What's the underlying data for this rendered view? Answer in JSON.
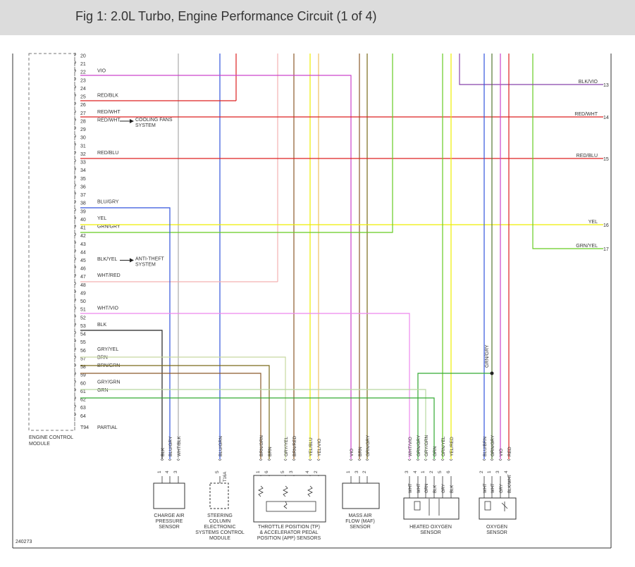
{
  "header": {
    "title": "Fig 1: 2.0L Turbo, Engine Performance Circuit (1 of 4)"
  },
  "figure_id": "240273",
  "colors": {
    "VIO": "#cc44cc",
    "RED": "#dd2222",
    "BLU": "#3355dd",
    "YEL": "#eeee00",
    "GRN": "#33aa33",
    "BRN": "#8b5a2b",
    "GRY": "#aaaaaa",
    "PINK": "#f4b0b0",
    "WVIO": "#ee88ee",
    "BLK": "#222222",
    "OLIVE": "#7a6a1a",
    "LIME": "#66cc22"
  },
  "ecm": {
    "label_line1": "ENGINE CONTROL",
    "label_line2": "MODULE",
    "partial_pin": "T94",
    "partial_label": "PARTIAL"
  },
  "ecm_pins": [
    {
      "pin": "20"
    },
    {
      "pin": "21"
    },
    {
      "pin": "22",
      "wire": "VIO"
    },
    {
      "pin": "23"
    },
    {
      "pin": "24"
    },
    {
      "pin": "25",
      "wire": "RED/BLK"
    },
    {
      "pin": "26"
    },
    {
      "pin": "27",
      "wire": "RED/WHT"
    },
    {
      "pin": "28",
      "wire": "RED/WHT"
    },
    {
      "pin": "29"
    },
    {
      "pin": "30"
    },
    {
      "pin": "31"
    },
    {
      "pin": "32",
      "wire": "RED/BLU"
    },
    {
      "pin": "33"
    },
    {
      "pin": "34"
    },
    {
      "pin": "35"
    },
    {
      "pin": "36"
    },
    {
      "pin": "37"
    },
    {
      "pin": "38",
      "wire": "BLU/GRY"
    },
    {
      "pin": "39"
    },
    {
      "pin": "40",
      "wire": "YEL"
    },
    {
      "pin": "41",
      "wire": "GRN/GRY"
    },
    {
      "pin": "42"
    },
    {
      "pin": "43"
    },
    {
      "pin": "44"
    },
    {
      "pin": "45",
      "wire": "BLK/YEL"
    },
    {
      "pin": "46"
    },
    {
      "pin": "47",
      "wire": "WHT/RED"
    },
    {
      "pin": "48"
    },
    {
      "pin": "49"
    },
    {
      "pin": "50"
    },
    {
      "pin": "51",
      "wire": "WHT/VIO"
    },
    {
      "pin": "52"
    },
    {
      "pin": "53",
      "wire": "BLK"
    },
    {
      "pin": "54"
    },
    {
      "pin": "55"
    },
    {
      "pin": "56",
      "wire": "GRY/YEL"
    },
    {
      "pin": "57",
      "wire": "BRN"
    },
    {
      "pin": "58",
      "wire": "BRN/GRN"
    },
    {
      "pin": "59"
    },
    {
      "pin": "60",
      "wire": "GRY/GRN"
    },
    {
      "pin": "61",
      "wire": "GRN"
    },
    {
      "pin": "62"
    },
    {
      "pin": "63"
    },
    {
      "pin": "64"
    }
  ],
  "system_refs": [
    {
      "line1": "COOLING FANS",
      "line2": "SYSTEM"
    },
    {
      "line1": "ANTI-THEFT",
      "line2": "SYSTEM"
    }
  ],
  "right_refs": [
    {
      "label": "BLK/VIO",
      "num": "13"
    },
    {
      "label": "RED/WHT",
      "num": "14"
    },
    {
      "label": "RED/BLU",
      "num": "15"
    },
    {
      "label": "YEL",
      "num": "16"
    },
    {
      "label": "GRN/YEL",
      "num": "17"
    }
  ],
  "splice_label": "GRN/GRY",
  "components": [
    {
      "name": "CHARGE AIR",
      "name2": "PRESSURE",
      "name3": "SENSOR",
      "name4": "",
      "pins": [
        {
          "pin": "1",
          "wire": "BLK"
        },
        {
          "pin": "4",
          "wire": "BLU/GRY"
        },
        {
          "pin": "3",
          "wire": "WHT/BLK"
        }
      ]
    },
    {
      "name": "STEERING",
      "name2": "COLUMN",
      "name3": "ELECTRONIC",
      "name4": "SYSTEMS CONTROL",
      "name5": "MODULE",
      "connector": "T16A",
      "pins": [
        {
          "pin": "5",
          "wire": "BLU/GRN"
        }
      ]
    },
    {
      "name": "THROTTLE POSITION (TP)",
      "name2": "& ACCELERATOR PEDAL",
      "name3": "POSITION (APP) SENSORS",
      "pins": [
        {
          "pin": "1",
          "wire": "BRN/GRN"
        },
        {
          "pin": "6",
          "wire": "BRN"
        },
        {
          "pin": "5",
          "wire": "GRY/YEL"
        },
        {
          "pin": "3",
          "wire": "BRN/RED"
        },
        {
          "pin": "4",
          "wire": "YEL/BLU"
        },
        {
          "pin": "2",
          "wire": "YEL/VIO"
        }
      ]
    },
    {
      "name": "MASS AIR",
      "name2": "FLOW (MAF)",
      "name3": "SENSOR",
      "pins": [
        {
          "pin": "1",
          "wire": "VIO"
        },
        {
          "pin": "3",
          "wire": "BRN"
        },
        {
          "pin": "2",
          "wire": "GRN/GRY"
        }
      ]
    },
    {
      "name": "HEATED OXYGEN",
      "name2": "SENSOR",
      "pins": [
        {
          "pin": "3",
          "wire": "WHT/VIO",
          "inner": "WHT"
        },
        {
          "pin": "4",
          "wire": "GRN/GRY",
          "inner": "WHT"
        },
        {
          "pin": "1",
          "wire": "GRY/GRN",
          "inner": "GRN"
        },
        {
          "pin": "2",
          "wire": "GRN",
          "inner": "BLK"
        },
        {
          "pin": "5",
          "wire": "GRN/YEL",
          "inner": "GRY"
        },
        {
          "pin": "6",
          "wire": "YEL/RED",
          "inner": "BLK"
        }
      ]
    },
    {
      "name": "OXYGEN",
      "name2": "SENSOR",
      "pins": [
        {
          "pin": "2",
          "wire": "BLU/BRN",
          "inner": "WHT"
        },
        {
          "pin": "1",
          "wire": "GRN/GRY",
          "inner": "WHT"
        },
        {
          "pin": "3",
          "wire": "VIO",
          "inner": "GRY"
        },
        {
          "pin": "4",
          "wire": "RED",
          "inner": "BLK/WHT"
        }
      ]
    }
  ]
}
